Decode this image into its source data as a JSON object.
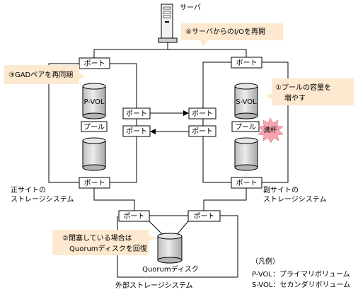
{
  "server": {
    "label": "サーバ",
    "icon": "server-icon"
  },
  "ports": {
    "label": "ポート"
  },
  "primary": {
    "system_label_1": "正サイトの",
    "system_label_2": "ストレージシステム",
    "volume": "P-VOL",
    "pool": "プール"
  },
  "secondary": {
    "system_label_1": "副サイトの",
    "system_label_2": "ストレージシステム",
    "volume": "S-VOL",
    "pool": "プール",
    "full_badge": "満杯"
  },
  "external": {
    "system_label": "外部ストレージシステム",
    "disk_label": "Quorumディスク"
  },
  "callouts": {
    "step1_line1": "①プールの容量を",
    "step1_line2": "増やす",
    "step2_line1": "②閉塞している場合は",
    "step2_line2": "Quorumディスクを回復",
    "step3": "③GADペアを再同期",
    "step4": "④サーバからのI/Oを再開"
  },
  "legend": {
    "title": "（凡例）",
    "pvol": "P-VOL：プライマリボリューム",
    "svol": "S-VOL：セカンダリボリューム"
  },
  "colors": {
    "callout_fill": "#fde9cf",
    "badge_fill": "#f7a3b0",
    "cylinder_fill": "#d9d9d9"
  }
}
